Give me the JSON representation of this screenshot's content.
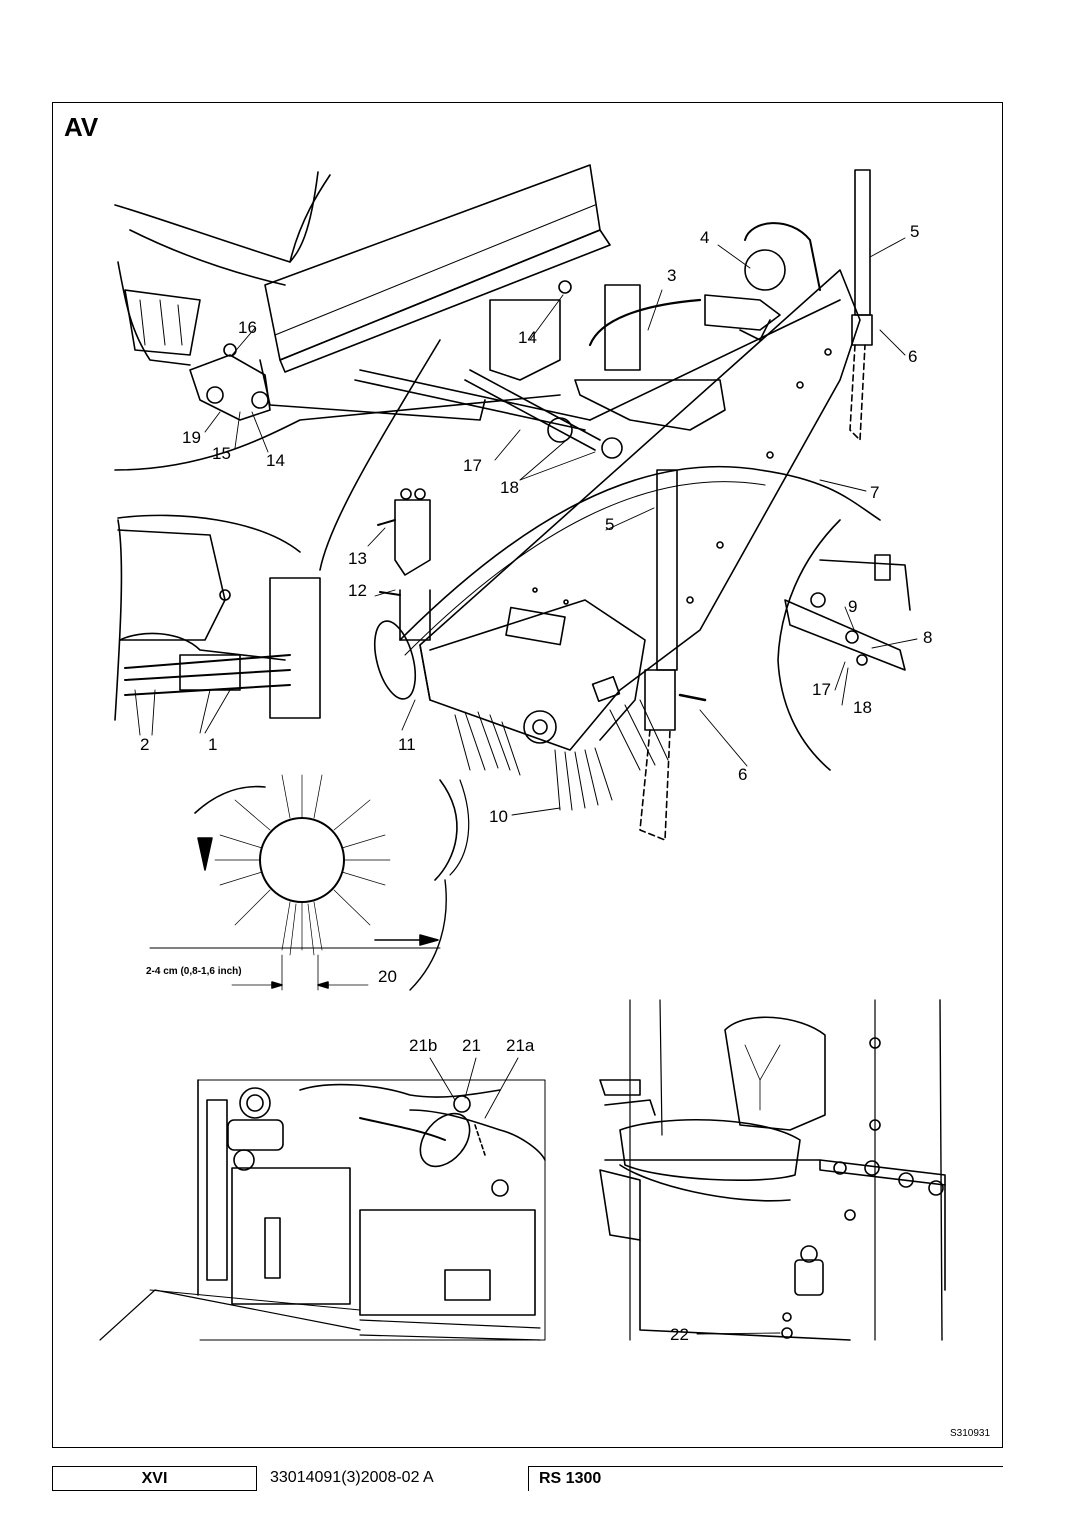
{
  "section": {
    "title": "AV"
  },
  "callouts": {
    "c1": "1",
    "c2": "2",
    "c3": "3",
    "c4": "4",
    "c5a": "5",
    "c5b": "5",
    "c6a": "6",
    "c6b": "6",
    "c7": "7",
    "c8": "8",
    "c9": "9",
    "c10": "10",
    "c11": "11",
    "c12": "12",
    "c13": "13",
    "c14a": "14",
    "c14b": "14",
    "c15": "15",
    "c16": "16",
    "c17a": "17",
    "c17b": "17",
    "c18a": "18",
    "c18b": "18",
    "c19": "19",
    "c20": "20",
    "c21": "21",
    "c21a": "21a",
    "c21b": "21b",
    "c22": "22"
  },
  "brush_pattern": {
    "scale_label": "2-4 cm (0,8-1,6 inch)"
  },
  "figure_id": "S310931",
  "footer": {
    "page": "XVI",
    "doc_number": "33014091(3)2008-02 A",
    "model": "RS 1300"
  }
}
